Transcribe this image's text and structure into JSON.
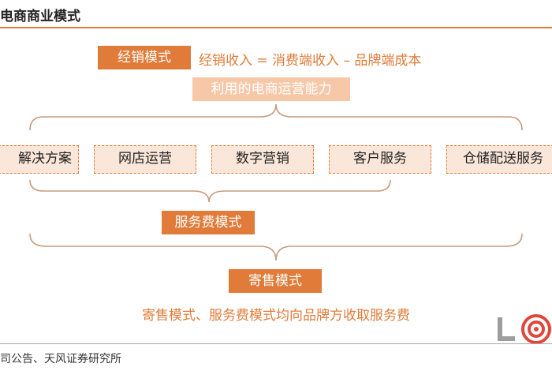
{
  "header": {
    "title": "电商商业模式"
  },
  "boxes": {
    "distribution": "经销模式",
    "distribution_formula": "经销收入 = 消费端收入 – 品牌端成本",
    "capability": "利用的电商运营能力",
    "service_fee": "服务费模式",
    "consignment": "寄售模式"
  },
  "capabilities": [
    {
      "label": "解决方案"
    },
    {
      "label": "网店运营"
    },
    {
      "label": "数字营销"
    },
    {
      "label": "客户服务"
    },
    {
      "label": "仓储配送服务"
    }
  ],
  "caption": "寄售模式、服务费模式均向品牌方收取服务费",
  "footer": {
    "source": "司公告、天风证券研究所"
  },
  "colors": {
    "accent": "#e07b39",
    "accent_light": "#f7c8a8",
    "dash_fill": "#fbe7d9"
  },
  "logo": {
    "icon": "target-logo-icon"
  }
}
